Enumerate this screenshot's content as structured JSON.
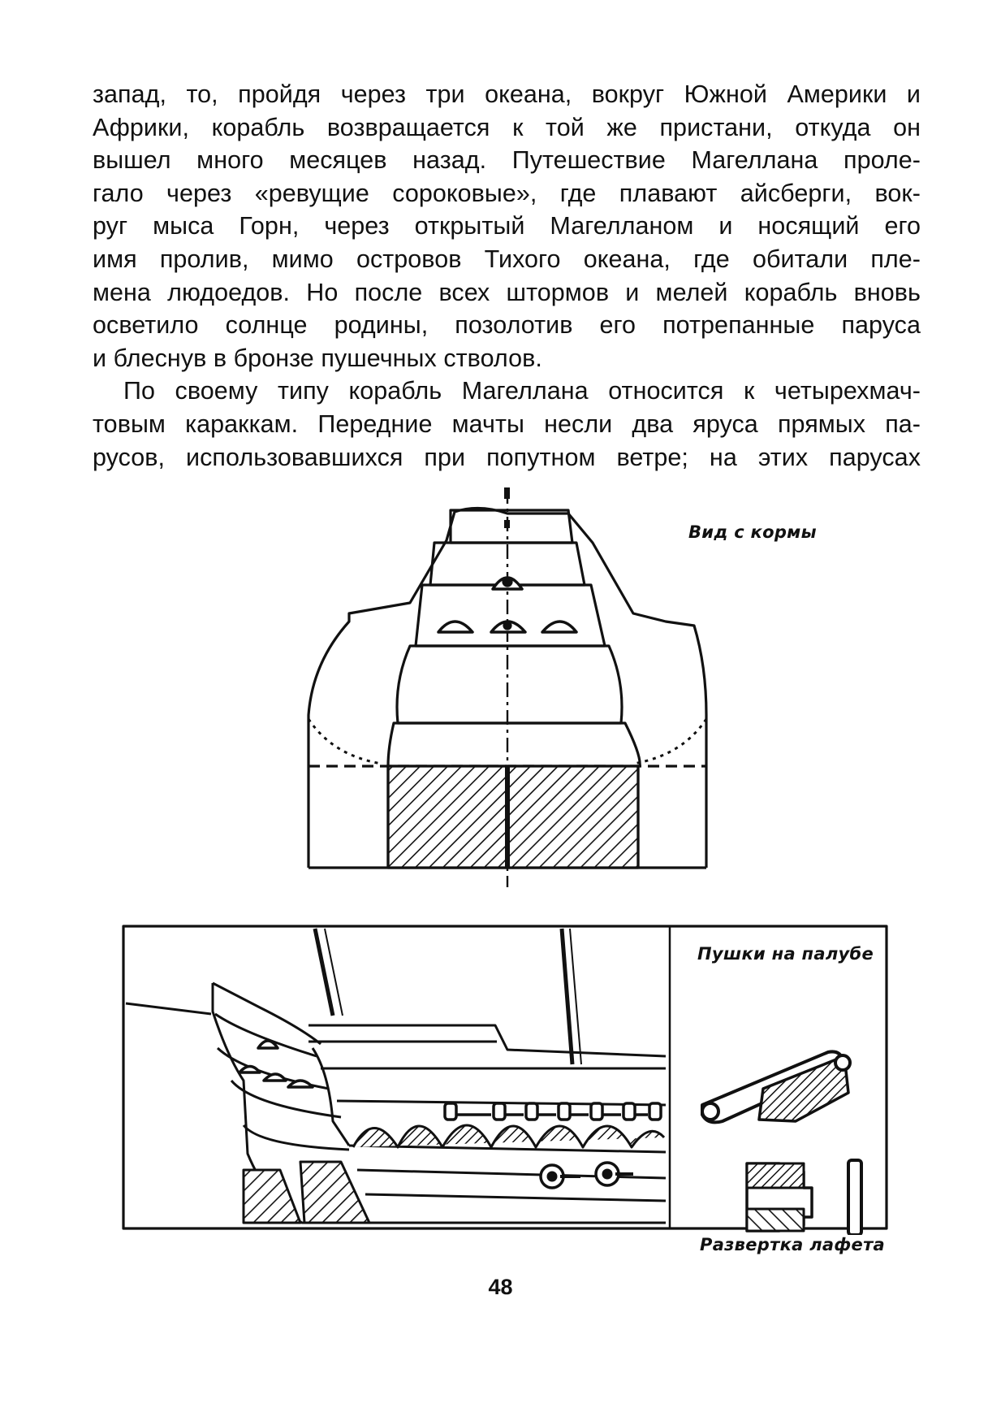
{
  "body_text": {
    "paragraph_1_lines": [
      "запад, то, пройдя через три океана, вокруг Южной Америки и",
      "Африки, корабль возвращается к той же пристани, откуда он",
      "вышел много месяцев назад. Путешествие Магеллана проле-",
      "гало через «ревущие сороковые», где плавают айсберги, вок-",
      "руг мыса Горн, через открытый Магелланом и носящий его",
      "имя пролив, мимо островов Тихого океана, где обитали пле-",
      "мена людоедов. Но после всех штормов и мелей корабль вновь",
      "осветило солнце родины, позолотив его потрепанные паруса",
      "и блеснув в бронзе пушечных стволов."
    ],
    "paragraph_2_lines": [
      "По своему типу корабль Магеллана относится к четырехмач-",
      "товым караккам. Передние мачты несли два яруса прямых па-",
      "русов, использовавшихся при попутном ветре; на этих парусах"
    ]
  },
  "figure": {
    "stern_view_caption": "Вид с кормы",
    "deck_guns_caption": "Пушки на палубе",
    "carriage_layout_caption": "Развертка лафета"
  },
  "page_number": "48"
}
